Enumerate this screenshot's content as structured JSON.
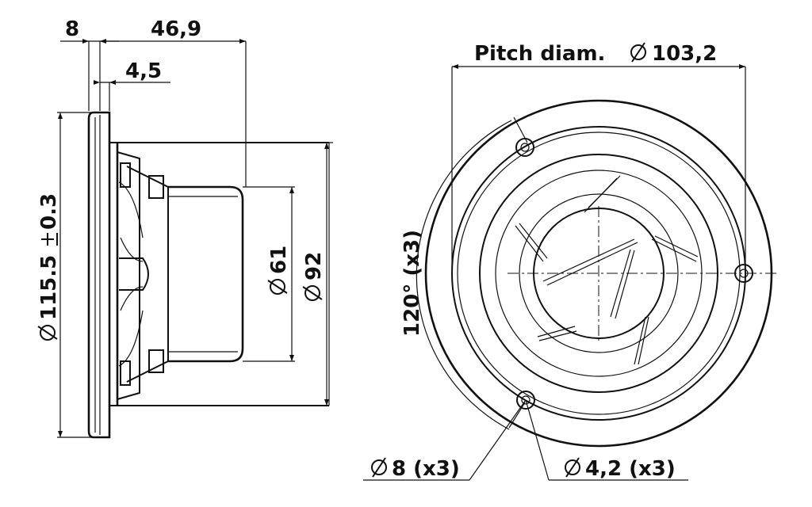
{
  "labels": {
    "flange_thickness": "8",
    "overall_depth": "46,9",
    "mount_offset": "4,5",
    "outer_diameter": "115.5",
    "outer_diameter_tolerance": "0.3",
    "magnet_diameter": "61",
    "frame_diameter": "92",
    "pitch_label": "Pitch diam.",
    "pitch_value": "103,2",
    "angle": "120° (x3)",
    "hole_counterbore": "8 (x3)",
    "hole_through": "4,2 (x3)"
  },
  "icons": {
    "diameter": "diameter-symbol-icon",
    "plusminus": "plus-minus-icon"
  },
  "colors": {
    "line": "#111111",
    "background": "#ffffff"
  }
}
